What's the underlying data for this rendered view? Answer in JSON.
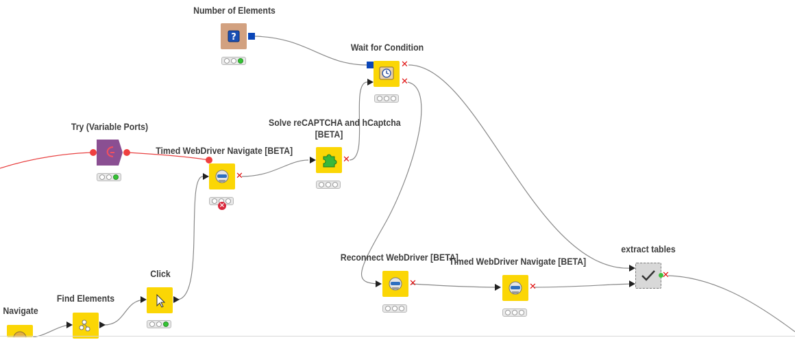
{
  "nodes": {
    "number_of_elements": {
      "label": "Number of Elements",
      "color": "#d2a180"
    },
    "wait_for_condition": {
      "label": "Wait for Condition",
      "color": "#fbd605"
    },
    "try_variable_ports": {
      "label": "Try (Variable Ports)",
      "color": "#8a4f92"
    },
    "solve_recaptcha": {
      "label_line1": "Solve reCAPTCHA and hCaptcha",
      "label_line2": "[BETA]",
      "color": "#fbd605"
    },
    "timed_navigate_1": {
      "label": "Timed WebDriver Navigate [BETA]",
      "color": "#fbd605"
    },
    "reconnect_webdriver": {
      "label": "Reconnect WebDriver [BETA]",
      "color": "#fbd605"
    },
    "timed_navigate_2": {
      "label": "Timed WebDriver Navigate [BETA]",
      "color": "#fbd605"
    },
    "extract_tables": {
      "label": "extract tables",
      "color": "#d8d8d8"
    },
    "click": {
      "label": "Click",
      "color": "#fbd605"
    },
    "find_elements": {
      "label": "Find Elements",
      "color": "#fbd605"
    },
    "navigate": {
      "label": "Navigate",
      "color": "#fbd605"
    }
  },
  "icons": {
    "number_of_elements": "question-icon",
    "wait_for_condition": "clock-icon",
    "try_variable_ports": "try-icon",
    "solve_recaptcha": "puzzle-icon",
    "webdriver": "robot-icon",
    "extract_tables": "checkmark-icon",
    "click": "cursor-icon",
    "find_elements": "find-icon"
  },
  "colors": {
    "flow_variable_connection": "#e84040",
    "data_connection": "#888888",
    "error_port": "#e01010",
    "status_ok": "#34c434"
  },
  "error_badge_symbol": "×"
}
